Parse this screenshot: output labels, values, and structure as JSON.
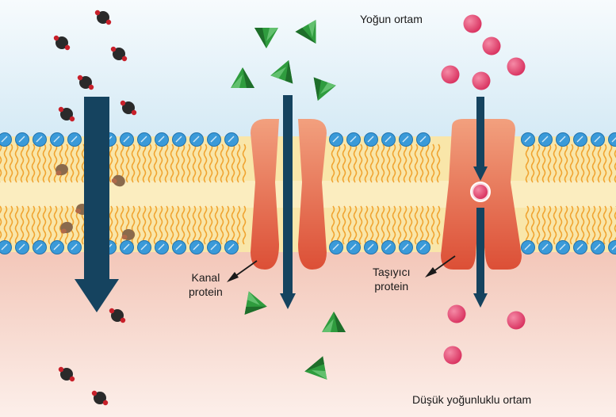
{
  "labels": {
    "high_concentration": "Yoğun ortam",
    "low_concentration": "Düşük yoğunluklu ortam",
    "channel_protein": [
      "Kanal",
      "protein"
    ],
    "carrier_protein": [
      "Taşıyıcı",
      "protein"
    ]
  },
  "colors": {
    "top_fluid": "#dcedf6",
    "bottom_fluid": "#f6cfc4",
    "bilayer_core": "#f9e3a0",
    "lipid_tail": "#f0a330",
    "phospholipid_head": "#3a9ad9",
    "protein": "#e8765a",
    "arrow": "#15435f",
    "green_molecule": "#2f9c3e",
    "pink_molecule": "#e43f6c",
    "dark_molecule": "#2a2a2a",
    "dark_molecule_accent": "#c8202a"
  }
}
